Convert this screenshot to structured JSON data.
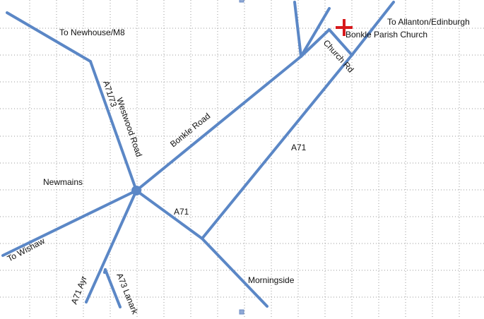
{
  "colors": {
    "road": "#5b87c6",
    "church_marker": "#d7191c",
    "grid": "#9a9a9a"
  },
  "icons": {
    "church_marker": "red-cross-icon",
    "junction": "junction-dot-icon"
  },
  "labels": {
    "newhouse": "To Newhouse/M8",
    "a7173": "A71/73",
    "westwood_road": "Westwood Road",
    "bonkle_road": "Bonkle Road",
    "newmains": "Newmains",
    "to_wishaw": "To Wishaw",
    "a71_lower": "A71",
    "a71_upper": "A71",
    "church_rd": "Church Rd",
    "allanton": "To Allanton/Edinburgh",
    "bonkle_church": "Bonkle Parish Church",
    "morningside": "Morningside",
    "a71_ayr": "A71 Ayr",
    "a73_lanark": "A73 Lanark"
  }
}
